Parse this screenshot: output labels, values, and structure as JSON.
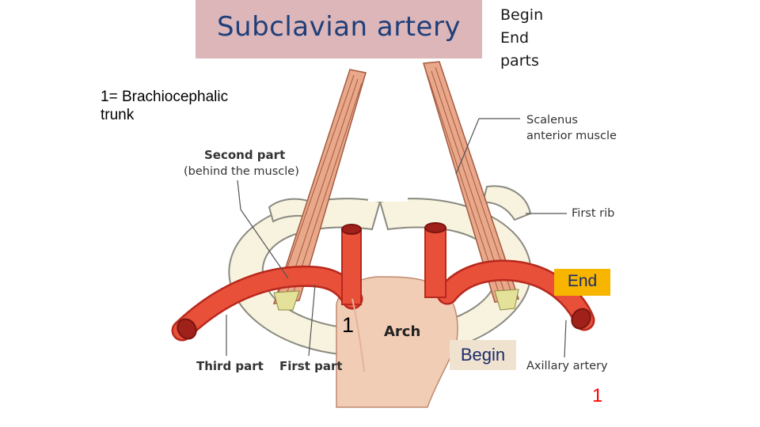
{
  "slide": {
    "title": "Subclavian artery",
    "corner_lines": [
      "Begin",
      "End",
      "parts"
    ],
    "legend_lines": [
      "1= Brachiocephalic",
      "trunk"
    ],
    "slide_number": "1"
  },
  "diagram": {
    "labels": {
      "scalenus": [
        "Scalenus",
        "anterior muscle"
      ],
      "second_part": [
        "Second part",
        "(behind the muscle)"
      ],
      "first_rib": "First rib",
      "third_part": "Third part",
      "first_part": "First part",
      "axillary_artery": "Axillary artery",
      "trunk_marker": "1",
      "arch": "Arch"
    },
    "callouts": {
      "end": "End",
      "begin": "Begin"
    },
    "colors": {
      "artery": "#e8503a",
      "artery_dark": "#b8281c",
      "rib": "#f8f3df",
      "rib_outline": "#8a8a80",
      "muscle": "#e9a88a",
      "arch_fill": "#f1cdb5",
      "end_highlight": "#f7b500",
      "title_band": "#dcb6b9"
    }
  }
}
